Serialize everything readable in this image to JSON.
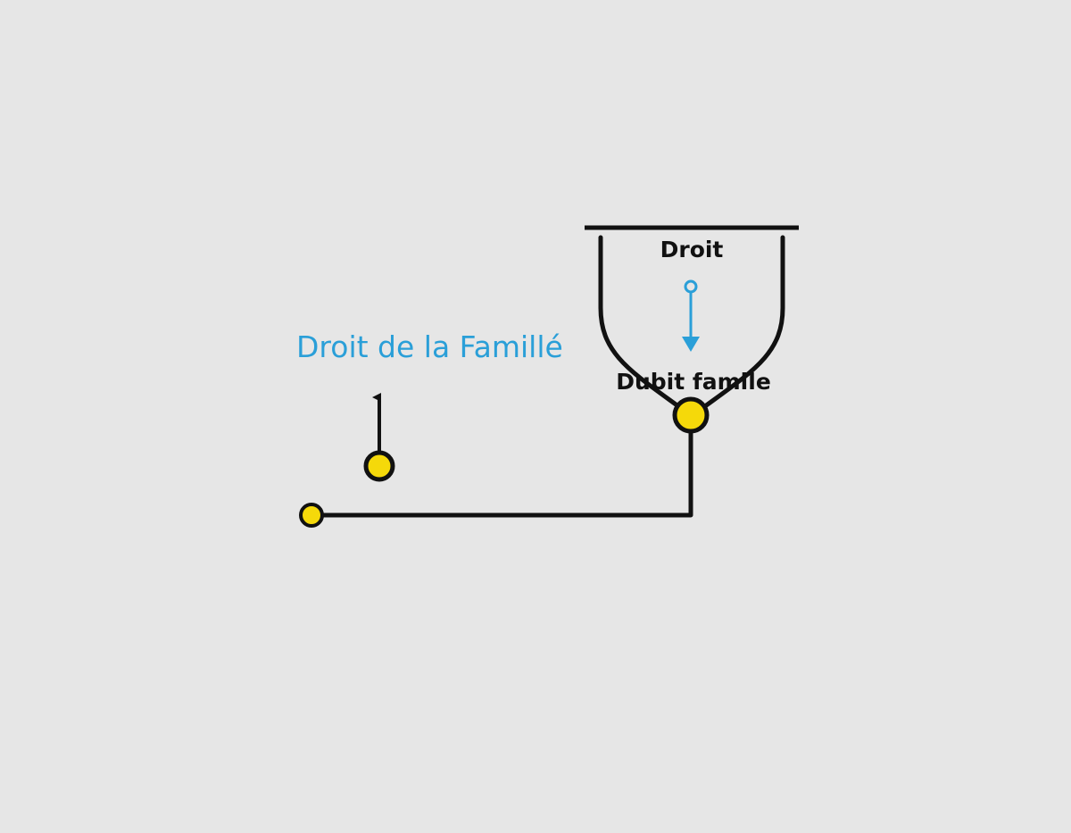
{
  "labels": {
    "title": "Droit de la Famillé",
    "box_top": "Droit",
    "box_bottom": "Dubit famlle"
  },
  "colors": {
    "background": "#e6e6e6",
    "line": "#111111",
    "node_fill": "#f5d90a",
    "accent": "#2a9fd8"
  }
}
